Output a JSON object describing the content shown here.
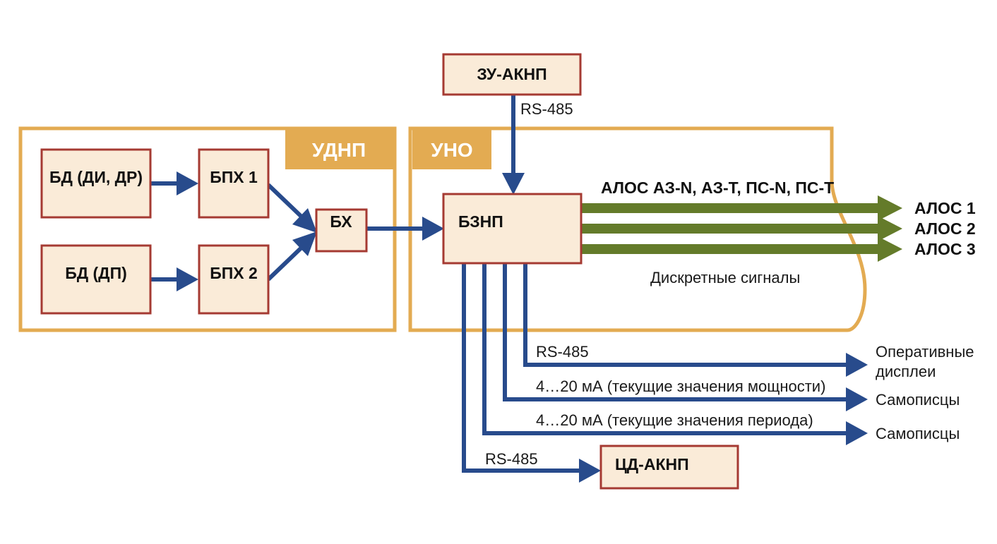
{
  "groups": {
    "udnp": "УДНП",
    "uno": "УНО"
  },
  "blocks": {
    "zu_aknp": "ЗУ-АКНП",
    "bd_di_dr": "БД (ДИ, ДР)",
    "bd_dp": "БД (ДП)",
    "bph1": "БПХ 1",
    "bph2": "БПХ 2",
    "bh": "БХ",
    "bznp": "БЗНП",
    "cd_aknp": "ЦД-АКНП"
  },
  "links": {
    "rs485_top": "RS-485",
    "alos_header": "АЛОС АЗ-N, АЗ-Т, ПС-N, ПС-Т",
    "discrete": "Дискретные сигналы",
    "rs485_displays": "RS-485",
    "ma_power": "4…20 мА (текущие значения мощности)",
    "ma_period": "4…20 мА (текущие значения периода)",
    "rs485_cd": "RS-485"
  },
  "outputs": {
    "alos1": "АЛОС 1",
    "alos2": "АЛОС 2",
    "alos3": "АЛОС 3",
    "displays_line1": "Оперативные",
    "displays_line2": "дисплеи",
    "recorders_power": "Самописцы",
    "recorders_period": "Самописцы"
  },
  "colors": {
    "frame": "#e3ab52",
    "box_fill": "#faebd8",
    "box_border": "#a53a32",
    "connector_blue": "#284b8c",
    "connector_green": "#647b2a"
  }
}
